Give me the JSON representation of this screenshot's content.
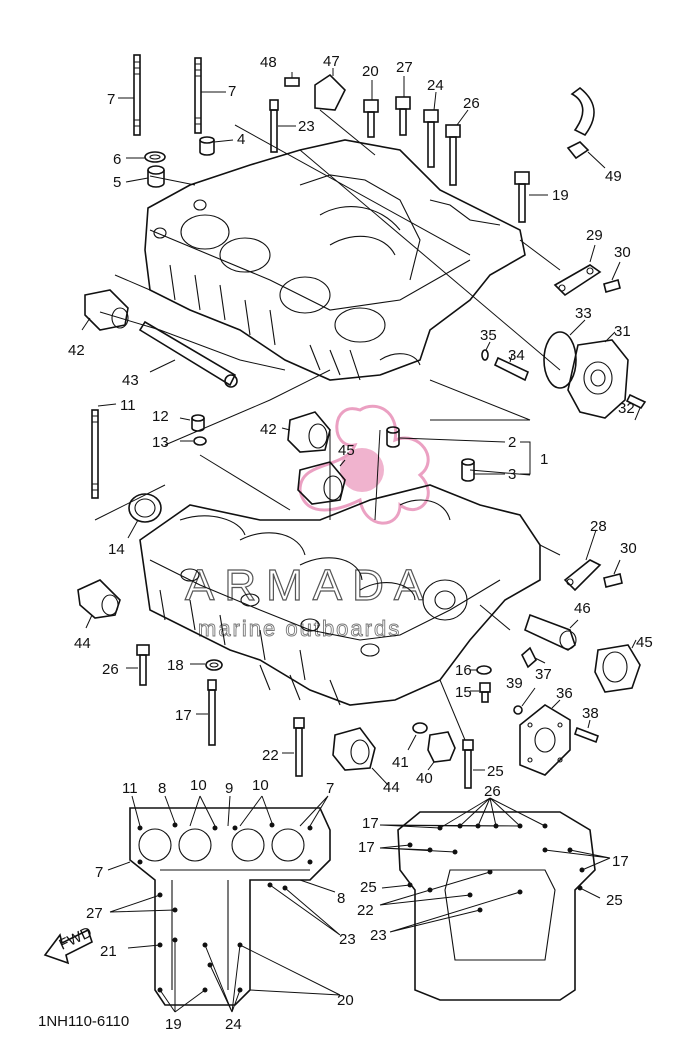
{
  "diagram_code": "1NH110-6110",
  "fwd_label": "FWD",
  "watermark": {
    "title": "ARMADA",
    "subtitle": "marine outboards"
  },
  "colors": {
    "line": "#111111",
    "watermark_pink": "#e890b8"
  },
  "callouts": [
    {
      "id": "c1",
      "text": "7"
    },
    {
      "id": "c2",
      "text": "7"
    },
    {
      "id": "c3",
      "text": "48"
    },
    {
      "id": "c4",
      "text": "47"
    },
    {
      "id": "c5",
      "text": "20"
    },
    {
      "id": "c6",
      "text": "27"
    },
    {
      "id": "c7",
      "text": "24"
    },
    {
      "id": "c8",
      "text": "26"
    },
    {
      "id": "c9",
      "text": "4"
    },
    {
      "id": "c10",
      "text": "23"
    },
    {
      "id": "c11",
      "text": "6"
    },
    {
      "id": "c12",
      "text": "5"
    },
    {
      "id": "c13",
      "text": "49"
    },
    {
      "id": "c14",
      "text": "19"
    },
    {
      "id": "c15",
      "text": "29"
    },
    {
      "id": "c16",
      "text": "30"
    },
    {
      "id": "c17",
      "text": "33"
    },
    {
      "id": "c18",
      "text": "31"
    },
    {
      "id": "c19",
      "text": "35"
    },
    {
      "id": "c20",
      "text": "34"
    },
    {
      "id": "c21",
      "text": "42"
    },
    {
      "id": "c22",
      "text": "43"
    },
    {
      "id": "c23",
      "text": "32"
    },
    {
      "id": "c24",
      "text": "11"
    },
    {
      "id": "c25",
      "text": "12"
    },
    {
      "id": "c26",
      "text": "13"
    },
    {
      "id": "c27",
      "text": "42"
    },
    {
      "id": "c28",
      "text": "45"
    },
    {
      "id": "c29",
      "text": "2"
    },
    {
      "id": "c30",
      "text": "1"
    },
    {
      "id": "c31",
      "text": "3"
    },
    {
      "id": "c32",
      "text": "14"
    },
    {
      "id": "c33",
      "text": "28"
    },
    {
      "id": "c34",
      "text": "30"
    },
    {
      "id": "c35",
      "text": "46"
    },
    {
      "id": "c36",
      "text": "45"
    },
    {
      "id": "c37",
      "text": "44"
    },
    {
      "id": "c38",
      "text": "26"
    },
    {
      "id": "c39",
      "text": "18"
    },
    {
      "id": "c40",
      "text": "16"
    },
    {
      "id": "c41",
      "text": "15"
    },
    {
      "id": "c42",
      "text": "37"
    },
    {
      "id": "c43",
      "text": "39"
    },
    {
      "id": "c44",
      "text": "36"
    },
    {
      "id": "c45",
      "text": "38"
    },
    {
      "id": "c46",
      "text": "17"
    },
    {
      "id": "c47",
      "text": "22"
    },
    {
      "id": "c48",
      "text": "41"
    },
    {
      "id": "c49",
      "text": "40"
    },
    {
      "id": "c50",
      "text": "44"
    },
    {
      "id": "c51",
      "text": "25"
    },
    {
      "id": "c52",
      "text": "11"
    },
    {
      "id": "c53",
      "text": "8"
    },
    {
      "id": "c54",
      "text": "10"
    },
    {
      "id": "c55",
      "text": "9"
    },
    {
      "id": "c56",
      "text": "10"
    },
    {
      "id": "c57",
      "text": "7"
    },
    {
      "id": "c58",
      "text": "7"
    },
    {
      "id": "c59",
      "text": "8"
    },
    {
      "id": "c60",
      "text": "27"
    },
    {
      "id": "c61",
      "text": "23"
    },
    {
      "id": "c62",
      "text": "21"
    },
    {
      "id": "c63",
      "text": "20"
    },
    {
      "id": "c64",
      "text": "19"
    },
    {
      "id": "c65",
      "text": "24"
    },
    {
      "id": "c66",
      "text": "26"
    },
    {
      "id": "c67",
      "text": "17"
    },
    {
      "id": "c68",
      "text": "17"
    },
    {
      "id": "c69",
      "text": "17"
    },
    {
      "id": "c70",
      "text": "25"
    },
    {
      "id": "c71",
      "text": "25"
    },
    {
      "id": "c72",
      "text": "22"
    },
    {
      "id": "c73",
      "text": "23"
    }
  ]
}
